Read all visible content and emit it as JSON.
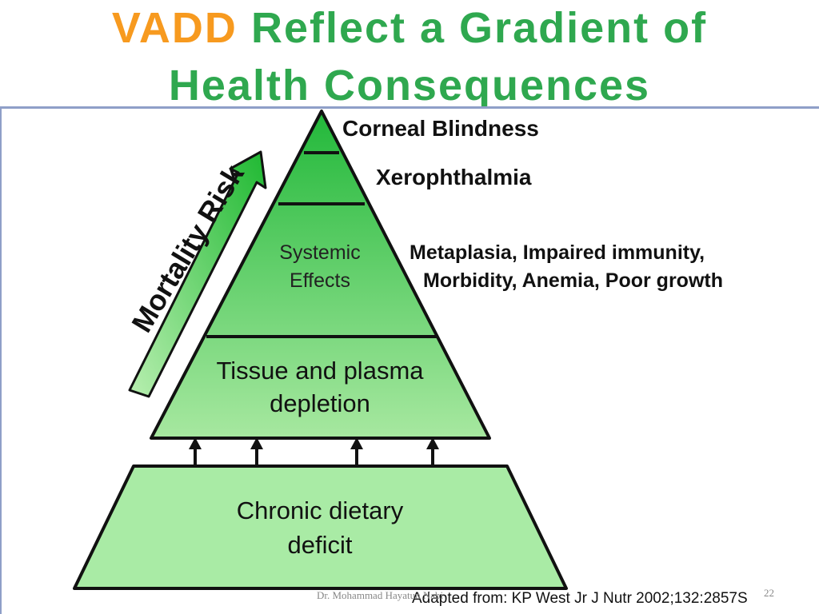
{
  "slide": {
    "title_highlight": "VADD",
    "title_rest": "Reflect a Gradient of",
    "title_line2": "Health Consequences",
    "colors": {
      "highlight": "#f79a1f",
      "title_green": "#2fa84f",
      "rule": "#8f9fc8"
    }
  },
  "pyramid": {
    "tiers": [
      {
        "label": "",
        "side_label": "Corneal Blindness"
      },
      {
        "label": "",
        "side_label": "Xerophthalmia"
      },
      {
        "label_lines": [
          "Systemic",
          "Effects"
        ],
        "side_lines": [
          "Metaplasia, Impaired immunity,",
          "Morbidity, Anemia, Poor growth"
        ]
      },
      {
        "label_lines": [
          "Tissue and plasma",
          "depletion"
        ]
      }
    ],
    "base_lines": [
      "Chronic dietary",
      "deficit"
    ],
    "arrow_label": "Mortality Risk"
  },
  "footer": {
    "citation": "Adapted from: KP West Jr J Nutr 2002;132:2857S",
    "author": "Dr. Mohammad Hayatun Nabi",
    "slide_number": "22"
  }
}
